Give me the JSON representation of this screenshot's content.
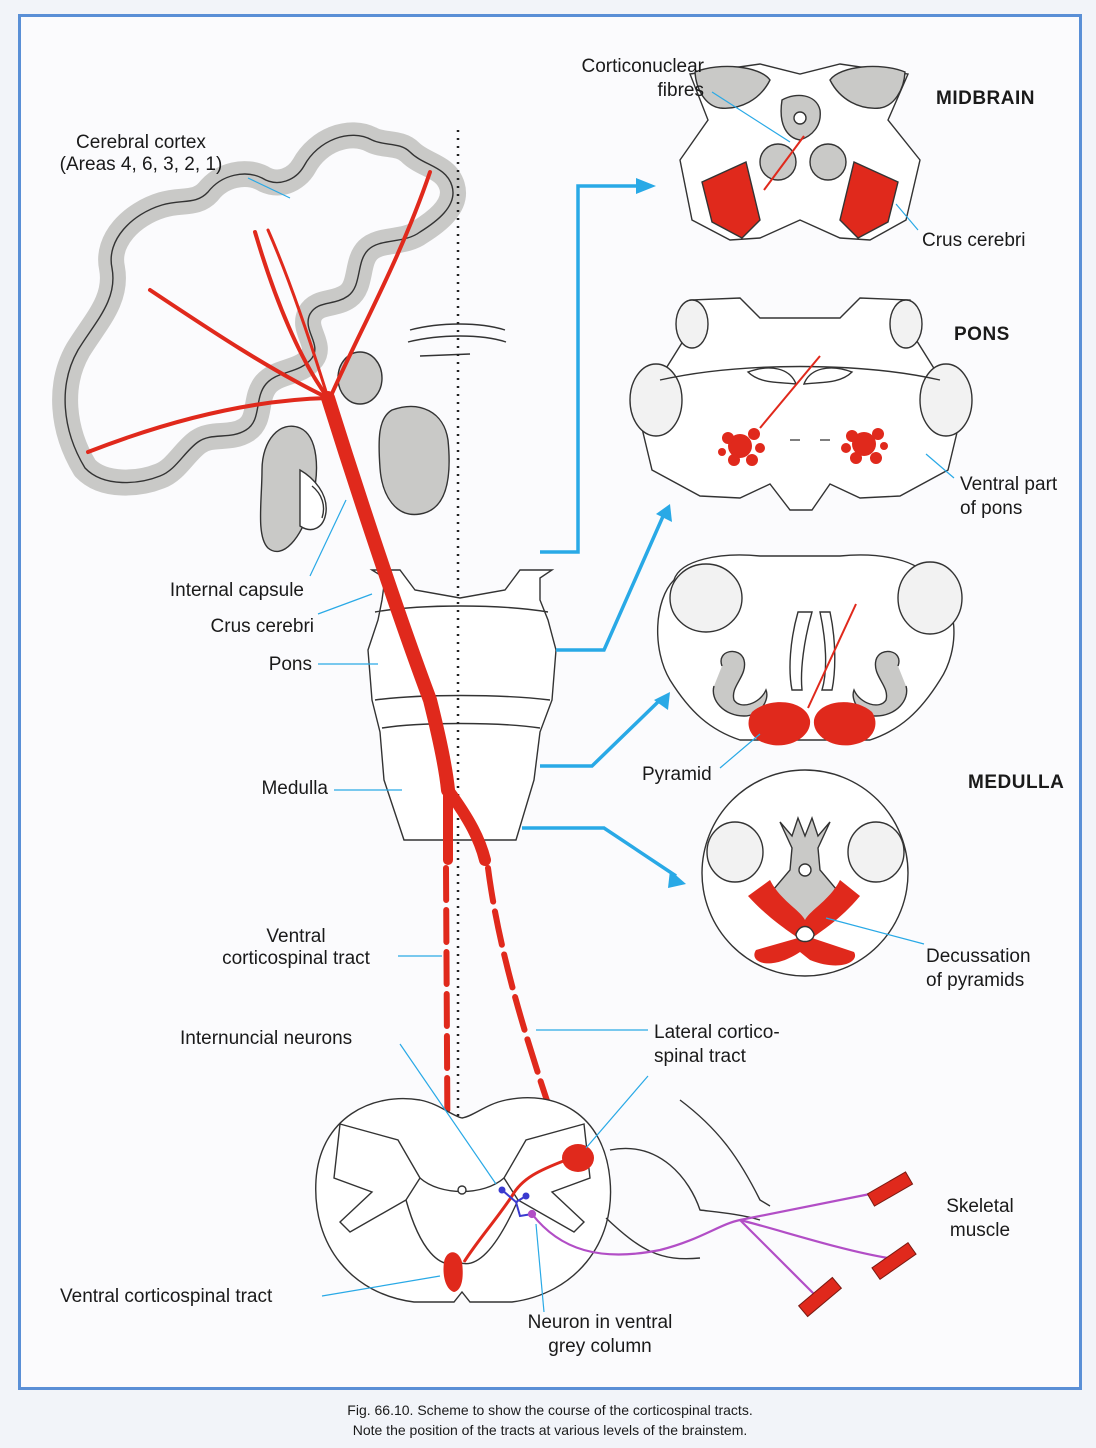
{
  "labels": {
    "cerebral_cortex": "Cerebral cortex",
    "cerebral_cortex_areas": "(Areas 4, 6, 3, 2, 1)",
    "internal_capsule": "Internal capsule",
    "crus_cerebri_left": "Crus cerebri",
    "pons_left": "Pons",
    "medulla_left": "Medulla",
    "ventral_cst_mid_line1": "Ventral",
    "ventral_cst_mid_line2": "corticospinal tract",
    "internuncial_neurons": "Internuncial neurons",
    "lateral_cst_line1": "Lateral cortico-",
    "lateral_cst_line2": "spinal tract",
    "ventral_cst_bottom": "Ventral corticospinal tract",
    "neuron_ventral_line1": "Neuron in ventral",
    "neuron_ventral_line2": "grey column",
    "skeletal_muscle_line1": "Skeletal",
    "skeletal_muscle_line2": "muscle",
    "corticonuclear_line1": "Corticonuclear",
    "corticonuclear_line2": "fibres",
    "crus_cerebri_right": "Crus cerebri",
    "ventral_pons_line1": "Ventral part",
    "ventral_pons_line2": "of pons",
    "pyramid": "Pyramid",
    "decussation_line1": "Decussation",
    "decussation_line2": "of pyramids"
  },
  "headings": {
    "midbrain": "MIDBRAIN",
    "pons": "PONS",
    "medulla": "MEDULLA"
  },
  "caption": {
    "line1": "Fig. 66.10. Scheme to show the course of the corticospinal tracts.",
    "line2": "Note the position of the tracts at various levels of the brainstem."
  },
  "colors": {
    "tract_red": "#e0291c",
    "arrow_blue": "#29a9e6",
    "grey_matter": "#c9c9c7",
    "motor_nerve_purple": "#b24ec6",
    "frame_blue": "#5a8fd6"
  }
}
